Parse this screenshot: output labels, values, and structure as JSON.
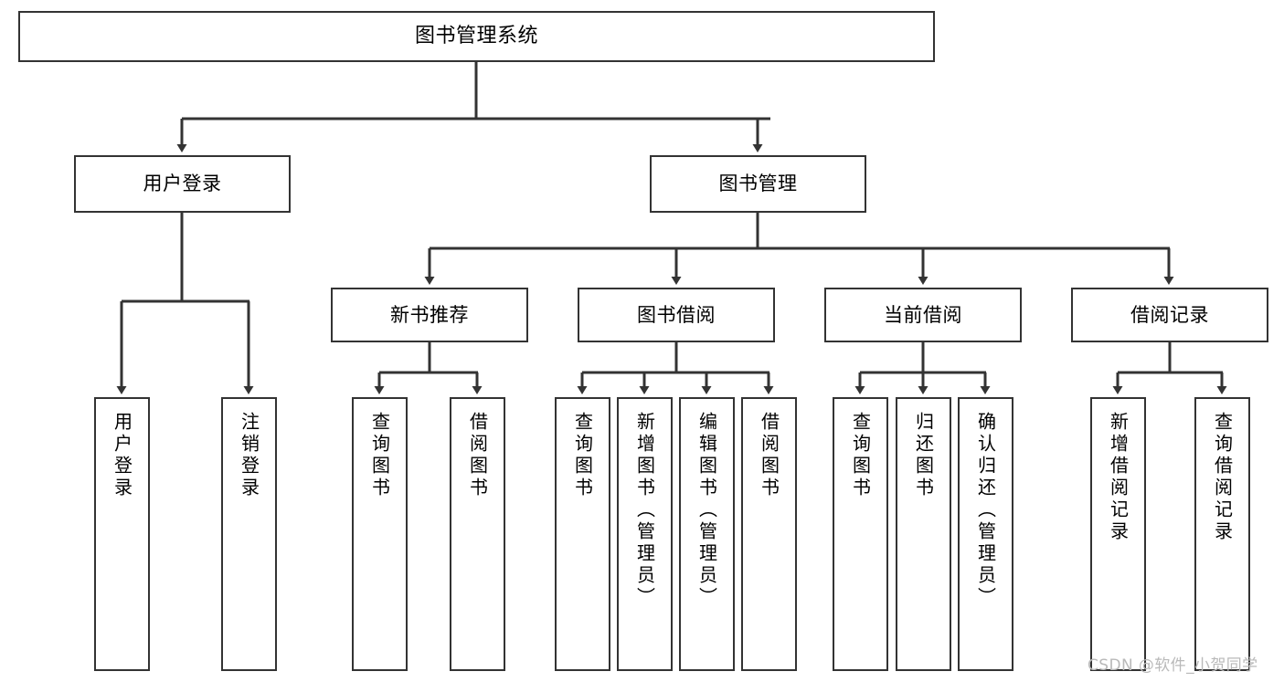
{
  "diagram": {
    "title": "图书管理系统",
    "type": "功能结构图",
    "watermark": "CSDN @软件_小贺同学",
    "style": {
      "border_color": "#333333",
      "fill_color": "#ffffff",
      "line_color": "#333333",
      "text_color": "#000000",
      "watermark_color": "#b9b9b9"
    },
    "levels": {
      "root": "图书管理系统",
      "level2": [
        "用户登录",
        "图书管理"
      ],
      "level3": [
        "新书推荐",
        "图书借阅",
        "当前借阅",
        "借阅记录"
      ]
    },
    "nodes": {
      "root": {
        "label": "图书管理系统"
      },
      "user_login": {
        "label": "用户登录"
      },
      "book_manage": {
        "label": "图书管理"
      },
      "new_book_rec": {
        "label": "新书推荐"
      },
      "book_borrow": {
        "label": "图书借阅"
      },
      "current_borrow": {
        "label": "当前借阅"
      },
      "borrow_record": {
        "label": "借阅记录"
      },
      "leaf_user_login": {
        "label": "用户登录"
      },
      "leaf_logout": {
        "label": "注销登录"
      },
      "leaf_query_book_1": {
        "label": "查询图书"
      },
      "leaf_borrow_book_1": {
        "label": "借阅图书"
      },
      "leaf_query_book_2": {
        "label": "查询图书"
      },
      "leaf_add_book": {
        "label": "新增图书（管理员）"
      },
      "leaf_edit_book": {
        "label": "编辑图书（管理员）"
      },
      "leaf_borrow_book_2": {
        "label": "借阅图书"
      },
      "leaf_query_book_3": {
        "label": "查询图书"
      },
      "leaf_return_book": {
        "label": "归还图书"
      },
      "leaf_confirm_return": {
        "label": "确认归还（管理员）"
      },
      "leaf_add_record": {
        "label": "新增借阅记录"
      },
      "leaf_query_record": {
        "label": "查询借阅记录"
      }
    },
    "edges": [
      {
        "from": "图书管理系统",
        "to": "用户登录"
      },
      {
        "from": "图书管理系统",
        "to": "图书管理"
      },
      {
        "from": "用户登录",
        "to": "用户登录"
      },
      {
        "from": "用户登录",
        "to": "注销登录"
      },
      {
        "from": "图书管理",
        "to": "新书推荐"
      },
      {
        "from": "图书管理",
        "to": "图书借阅"
      },
      {
        "from": "图书管理",
        "to": "当前借阅"
      },
      {
        "from": "图书管理",
        "to": "借阅记录"
      },
      {
        "from": "新书推荐",
        "to": "查询图书"
      },
      {
        "from": "新书推荐",
        "to": "借阅图书"
      },
      {
        "from": "图书借阅",
        "to": "查询图书"
      },
      {
        "from": "图书借阅",
        "to": "新增图书（管理员）"
      },
      {
        "from": "图书借阅",
        "to": "编辑图书（管理员）"
      },
      {
        "from": "图书借阅",
        "to": "借阅图书"
      },
      {
        "from": "当前借阅",
        "to": "查询图书"
      },
      {
        "from": "当前借阅",
        "to": "归还图书"
      },
      {
        "from": "当前借阅",
        "to": "确认归还（管理员）"
      },
      {
        "from": "借阅记录",
        "to": "新增借阅记录"
      },
      {
        "from": "借阅记录",
        "to": "查询借阅记录"
      }
    ]
  }
}
